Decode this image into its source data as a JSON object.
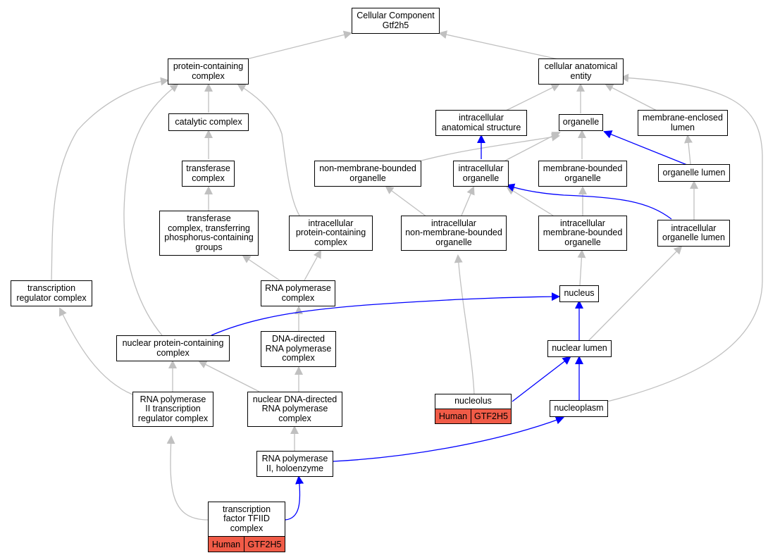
{
  "colors": {
    "gray_edge": "#c0c0c0",
    "blue_edge": "#0000ff",
    "highlight": "#f05b47"
  },
  "nodes": {
    "root": "Cellular Component\nGtf2h5",
    "pcc": "protein-containing\ncomplex",
    "cae": "cellular anatomical\nentity",
    "cat": "catalytic complex",
    "ias": "intracellular\nanatomical structure",
    "org": "organelle",
    "mel": "membrane-enclosed\nlumen",
    "tfc": "transferase\ncomplex",
    "nmbo": "non-membrane-bounded\norganelle",
    "io": "intracellular\norganelle",
    "mbo": "membrane-bounded\norganelle",
    "olum": "organelle lumen",
    "tfp": "transferase\ncomplex, transferring\nphosphorus-containing\ngroups",
    "ipcc": "intracellular\nprotein-containing\ncomplex",
    "inmbo": "intracellular\nnon-membrane-bounded\norganelle",
    "imbo": "intracellular\nmembrane-bounded\norganelle",
    "iol": "intracellular\norganelle lumen",
    "trc": "transcription\nregulator complex",
    "rnapc": "RNA polymerase\ncomplex",
    "nuc": "nucleus",
    "npcc": "nuclear protein-containing\ncomplex",
    "ddrp": "DNA-directed\nRNA polymerase\ncomplex",
    "nlum": "nuclear lumen",
    "rp2trc": "RNA polymerase\nII transcription\nregulator complex",
    "nddrp": "nuclear DNA-directed\nRNA polymerase\ncomplex",
    "nucleolus": "nucleolus",
    "nucleoplasm": "nucleoplasm",
    "holo": "RNA polymerase\nII, holoenzyme",
    "tfiid": "transcription\nfactor TFIID\ncomplex"
  },
  "tags": {
    "nucleolus": {
      "species": "Human",
      "gene": "GTF2H5"
    },
    "tfiid": {
      "species": "Human",
      "gene": "GTF2H5"
    }
  }
}
